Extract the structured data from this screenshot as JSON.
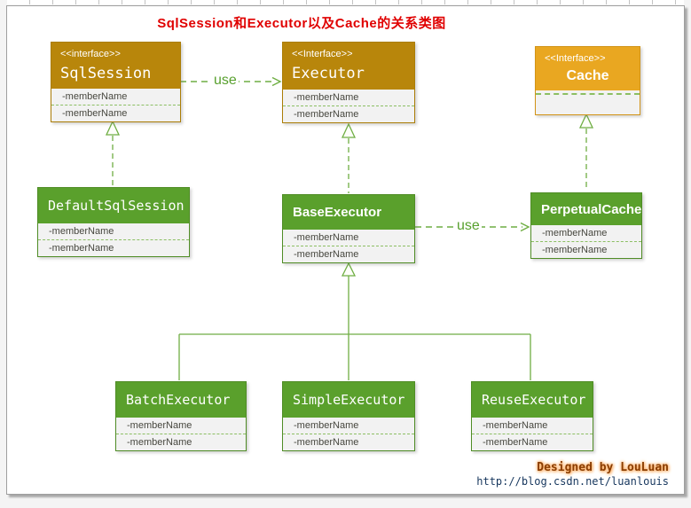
{
  "title": "SqlSession和Executor以及Cache的关系类图",
  "relations": {
    "use1": "use",
    "use2": "use"
  },
  "classes": {
    "sqlSession": {
      "stereotype": "<<interface>>",
      "name": "SqlSession",
      "members": [
        "-memberName",
        "-memberName"
      ]
    },
    "executor": {
      "stereotype": "<<Interface>>",
      "name": "Executor",
      "members": [
        "-memberName",
        "-memberName"
      ]
    },
    "cache": {
      "stereotype": "<<Interface>>",
      "name": "Cache",
      "members": []
    },
    "defaultSqlSession": {
      "name": "DefaultSqlSession",
      "members": [
        "-memberName",
        "-memberName"
      ]
    },
    "baseExecutor": {
      "name": "BaseExecutor",
      "members": [
        "-memberName",
        "-memberName"
      ]
    },
    "perpetualCache": {
      "name": "PerpetualCache",
      "members": [
        "-memberName",
        "-memberName"
      ]
    },
    "batchExecutor": {
      "name": "BatchExecutor",
      "members": [
        "-memberName",
        "-memberName"
      ]
    },
    "simpleExecutor": {
      "name": "SimpleExecutor",
      "members": [
        "-memberName",
        "-memberName"
      ]
    },
    "reuseExecutor": {
      "name": "ReuseExecutor",
      "members": [
        "-memberName",
        "-memberName"
      ]
    }
  },
  "footer": {
    "credit": "Designed by LouLuan",
    "url": "http://blog.csdn.net/luanlouis"
  },
  "colors": {
    "interface_header": "#B8860B",
    "cache_header": "#E9A721",
    "class_header": "#5AA02C",
    "connector_green": "#70AD47",
    "title_red": "#E00000"
  }
}
